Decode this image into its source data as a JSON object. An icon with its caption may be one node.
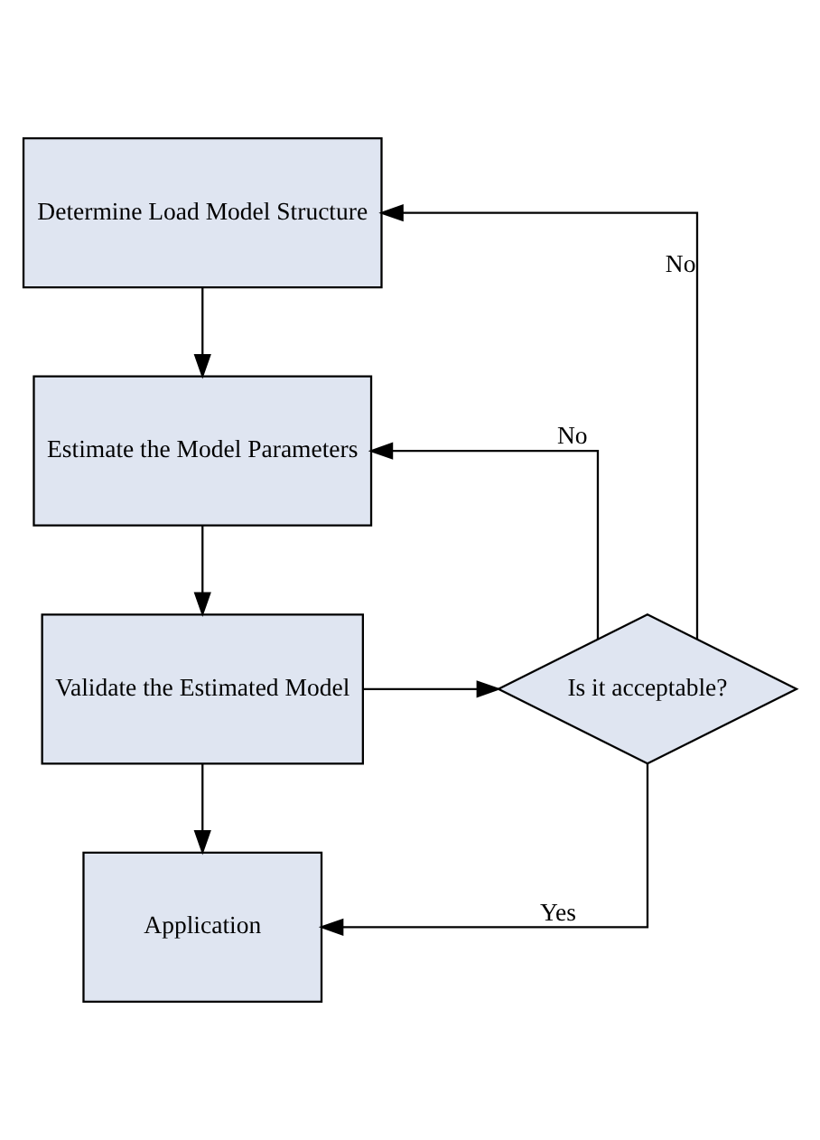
{
  "diagram": {
    "nodes": [
      {
        "text": [
          "Determine Load Model Structure"
        ]
      },
      {
        "text": [
          "Estimate the Model Parameters"
        ]
      },
      {
        "text": [
          "Validate the Estimated Model"
        ]
      },
      {
        "text": [
          "Is it acceptable?"
        ]
      },
      {
        "text": [
          "Application"
        ]
      }
    ],
    "edges": [
      {
        "from": 0,
        "to": 1,
        "arrow": "to"
      },
      {
        "from": 1,
        "to": 2,
        "arrow": "to"
      },
      {
        "from": 2,
        "to": 4,
        "arrow": "to"
      },
      {
        "from": 2,
        "to": 3,
        "arrow": "to"
      },
      {
        "from": 3,
        "to": 0,
        "arrow": "to",
        "label": "No"
      },
      {
        "from": 3,
        "to": 1,
        "arrow": "to",
        "label": "No"
      },
      {
        "from": 3,
        "to": 4,
        "arrow": "to",
        "label": "Yes"
      }
    ]
  }
}
